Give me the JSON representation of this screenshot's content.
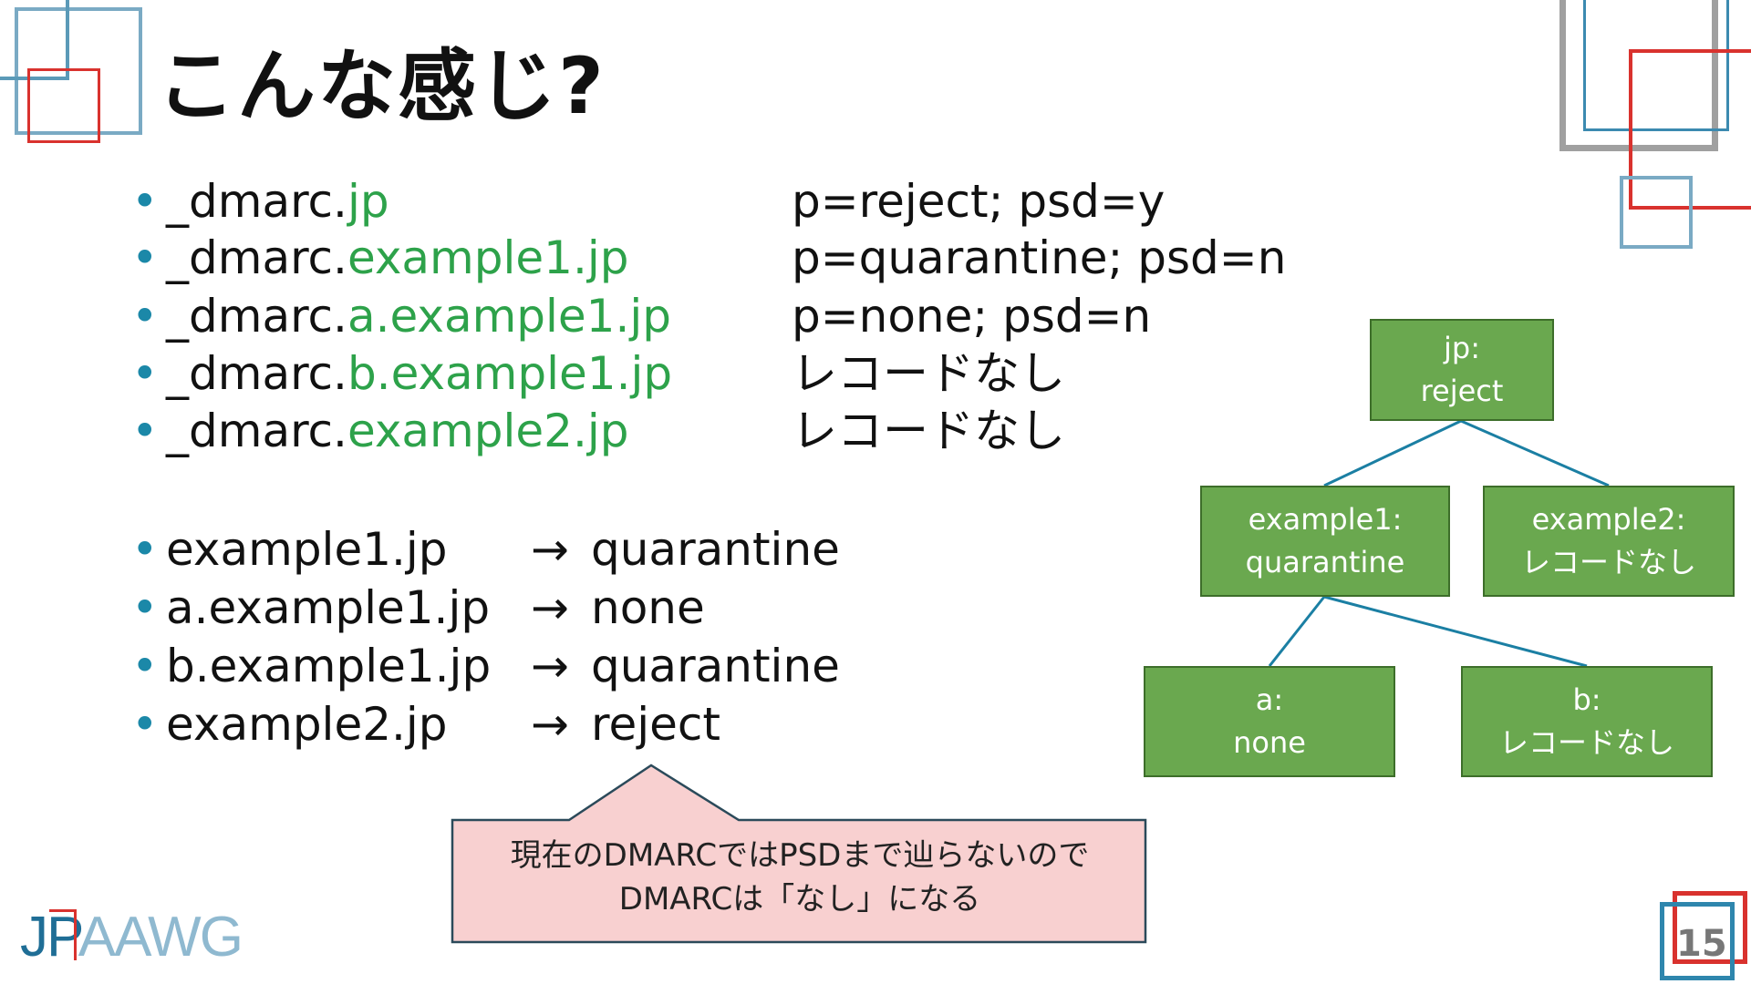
{
  "title": "こんな感じ?",
  "bullet_char": "•",
  "records": [
    {
      "prefix": "_dmarc.",
      "domain": "jp",
      "value": "p=reject; psd=y"
    },
    {
      "prefix": "_dmarc.",
      "domain": "example1.jp",
      "value": "p=quarantine; psd=n"
    },
    {
      "prefix": "_dmarc.",
      "domain": "a.example1.jp",
      "value": "p=none; psd=n"
    },
    {
      "prefix": "_dmarc.",
      "domain": "b.example1.jp",
      "value": "レコードなし"
    },
    {
      "prefix": "_dmarc.",
      "domain": "example2.jp",
      "value": "レコードなし"
    }
  ],
  "results": [
    {
      "domain": "example1.jp",
      "arrow": "→",
      "policy": "quarantine"
    },
    {
      "domain": "a.example1.jp",
      "arrow": "→",
      "policy": "none"
    },
    {
      "domain": "b.example1.jp",
      "arrow": "→",
      "policy": "quarantine"
    },
    {
      "domain": "example2.jp",
      "arrow": "→",
      "policy": "reject"
    }
  ],
  "tree": {
    "root": {
      "line1": "jp:",
      "line2": "reject"
    },
    "example1": {
      "line1": "example1:",
      "line2": "quarantine"
    },
    "example2": {
      "line1": "example2:",
      "line2": "レコードなし"
    },
    "a": {
      "line1": "a:",
      "line2": "none"
    },
    "b": {
      "line1": "b:",
      "line2": "レコードなし"
    }
  },
  "callout": {
    "line1": "現在のDMARCではPSDまで辿らないので",
    "line2": "DMARCは「なし」になる"
  },
  "logo": {
    "part1": "JP",
    "part2": "AAWG"
  },
  "page_number": "15",
  "colors": {
    "accent_blue": "#1b88a8",
    "accent_green": "#2da24a",
    "node_green": "#6aa84f",
    "callout_pink": "#f8d0d0",
    "deco_red": "#d9322e",
    "deco_blue": "#5b9ab8",
    "deco_gray": "#9a9a9a"
  }
}
